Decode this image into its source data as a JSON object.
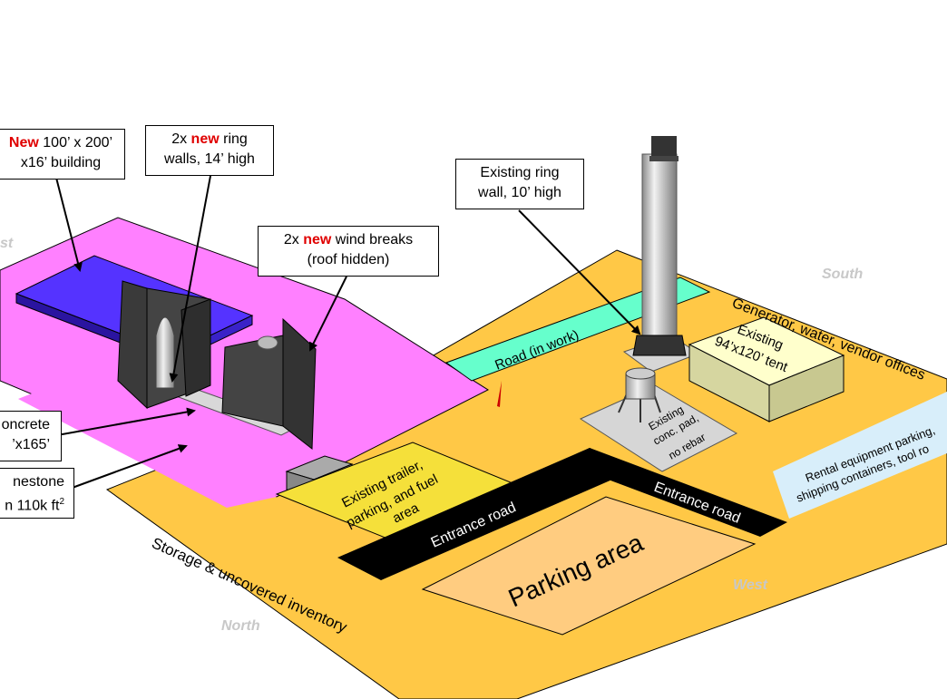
{
  "callouts": {
    "building": {
      "new_word": "New",
      "line1_rest": " 100’ x 200’",
      "line2": "x16’ building"
    },
    "ring_walls": {
      "prefix": "2x ",
      "new_word": "new",
      "line1_rest": " ring",
      "line2": "walls, 14’ high"
    },
    "wind_breaks": {
      "prefix": "2x ",
      "new_word": "new",
      "line1_rest": " wind breaks",
      "line2": "(roof hidden)"
    },
    "existing_ring_wall": {
      "line1": "Existing ring",
      "line2": "wall, 10’ high"
    },
    "concrete": {
      "line1": "oncrete",
      "line2": "’x165’"
    },
    "limestone": {
      "line1": "nestone",
      "line2": "n 110k ft",
      "sup": "2"
    }
  },
  "labels": {
    "road_in_work": "Road (in work)",
    "generator": "Generator, water, vendor offices",
    "tent_line1": "Existing",
    "tent_line2": "94’x120’ tent",
    "trailer_line1": "Existing trailer,",
    "trailer_line2": "parking, and fuel",
    "trailer_line3": "area",
    "conc_pad_line1": "Existing",
    "conc_pad_line2": "conc. pad,",
    "conc_pad_line3": "no rebar",
    "rental_line1": "Rental equipment parking,",
    "rental_line2": "shipping containers, tool ro",
    "entrance_road_1": "Entrance road",
    "entrance_road_2": "Entrance road",
    "parking_area": "Parking area",
    "storage": "Storage & uncovered inventory"
  },
  "compass": {
    "north": "North",
    "south": "South",
    "west": "West",
    "east_fragment": "st"
  },
  "colors": {
    "ground": "#FFC846",
    "pad_pink": "#FF80FF",
    "building": "#5533FF",
    "road_teal": "#66FFCC",
    "trailer_yellow": "#F5E03A",
    "parking": "#FFCC80",
    "tent_top": "#FFFFCC",
    "tent_side": "#D6D6A0",
    "rental": "#D8EEFA",
    "new_red": "#E00000"
  }
}
